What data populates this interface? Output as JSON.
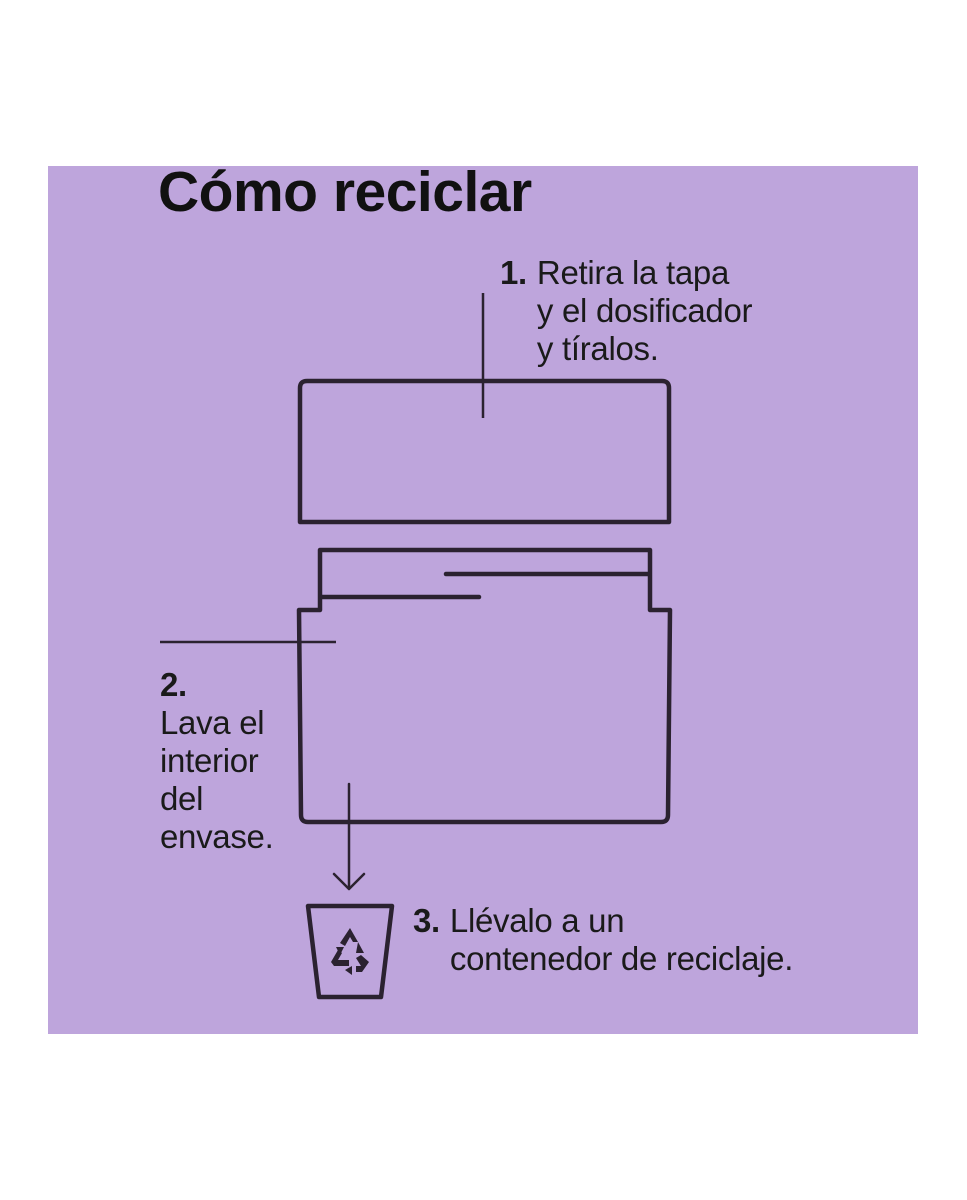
{
  "title": "Cómo reciclar",
  "colors": {
    "background": "#bea5dc",
    "stroke": "#2b2230",
    "text": "#1a1a1a"
  },
  "steps": [
    {
      "number": "1.",
      "lines": [
        "Retira la tapa",
        "y el dosificador",
        "y tíralos."
      ]
    },
    {
      "number": "2.",
      "lines": [
        "Lava el",
        "interior",
        "del",
        "envase."
      ]
    },
    {
      "number": "3.",
      "lines": [
        "Llévalo a un",
        "contenedor de reciclaje."
      ]
    }
  ],
  "icons": {
    "lid": "jar-lid-icon",
    "jar": "jar-body-icon",
    "bin": "recycling-bin-icon",
    "recycle": "recycle-symbol-icon"
  }
}
